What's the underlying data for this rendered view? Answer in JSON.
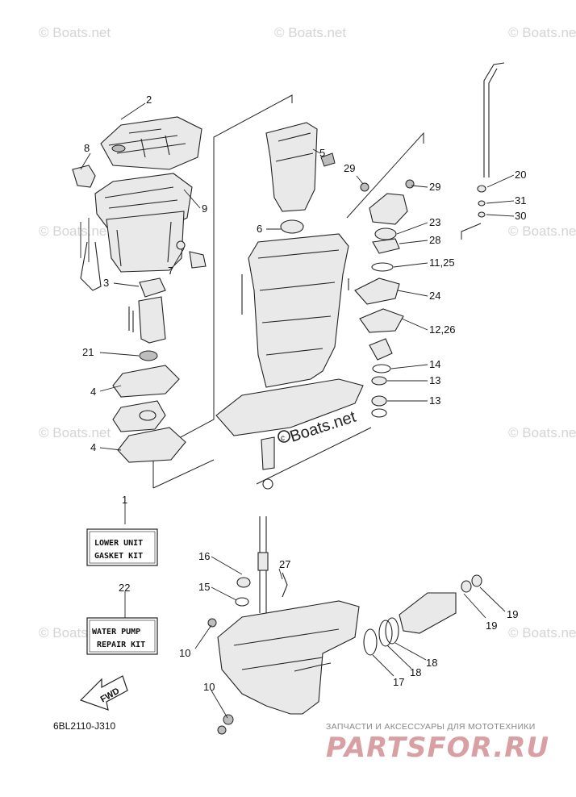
{
  "watermark": {
    "text": "© Boats.net",
    "center_text": "Boats.net"
  },
  "callouts": [
    {
      "id": "c2",
      "label": "2"
    },
    {
      "id": "c8",
      "label": "8"
    },
    {
      "id": "c9",
      "label": "9"
    },
    {
      "id": "c7",
      "label": "7"
    },
    {
      "id": "c3",
      "label": "3"
    },
    {
      "id": "c21",
      "label": "21"
    },
    {
      "id": "c4a",
      "label": "4"
    },
    {
      "id": "c4b",
      "label": "4"
    },
    {
      "id": "c5",
      "label": "5"
    },
    {
      "id": "c6",
      "label": "6"
    },
    {
      "id": "c29a",
      "label": "29"
    },
    {
      "id": "c29b",
      "label": "29"
    },
    {
      "id": "c20",
      "label": "20"
    },
    {
      "id": "c31",
      "label": "31"
    },
    {
      "id": "c30",
      "label": "30"
    },
    {
      "id": "c23",
      "label": "23"
    },
    {
      "id": "c28",
      "label": "28"
    },
    {
      "id": "c1125",
      "label": "11,25"
    },
    {
      "id": "c24",
      "label": "24"
    },
    {
      "id": "c1226",
      "label": "12,26"
    },
    {
      "id": "c14",
      "label": "14"
    },
    {
      "id": "c13a",
      "label": "13"
    },
    {
      "id": "c13b",
      "label": "13"
    },
    {
      "id": "c1",
      "label": "1"
    },
    {
      "id": "c22",
      "label": "22"
    },
    {
      "id": "c16",
      "label": "16"
    },
    {
      "id": "c27",
      "label": "27"
    },
    {
      "id": "c15",
      "label": "15"
    },
    {
      "id": "c10a",
      "label": "10"
    },
    {
      "id": "c10b",
      "label": "10"
    },
    {
      "id": "c17",
      "label": "17"
    },
    {
      "id": "c18a",
      "label": "18"
    },
    {
      "id": "c18b",
      "label": "18"
    },
    {
      "id": "c19a",
      "label": "19"
    },
    {
      "id": "c19b",
      "label": "19"
    }
  ],
  "kits": {
    "lower_unit": {
      "line1": "LOWER UNIT",
      "line2": "GASKET KIT"
    },
    "water_pump": {
      "line1": "WATER PUMP",
      "line2": "REPAIR KIT"
    }
  },
  "fwd_label": "FWD",
  "diagram_code": "6BL2110-J310",
  "brand": {
    "tagline": "ЗАПЧАСТИ И АКСЕССУАРЫ ДЛЯ МОТОТЕХНИКИ",
    "name": "PARTSFOR.RU"
  }
}
